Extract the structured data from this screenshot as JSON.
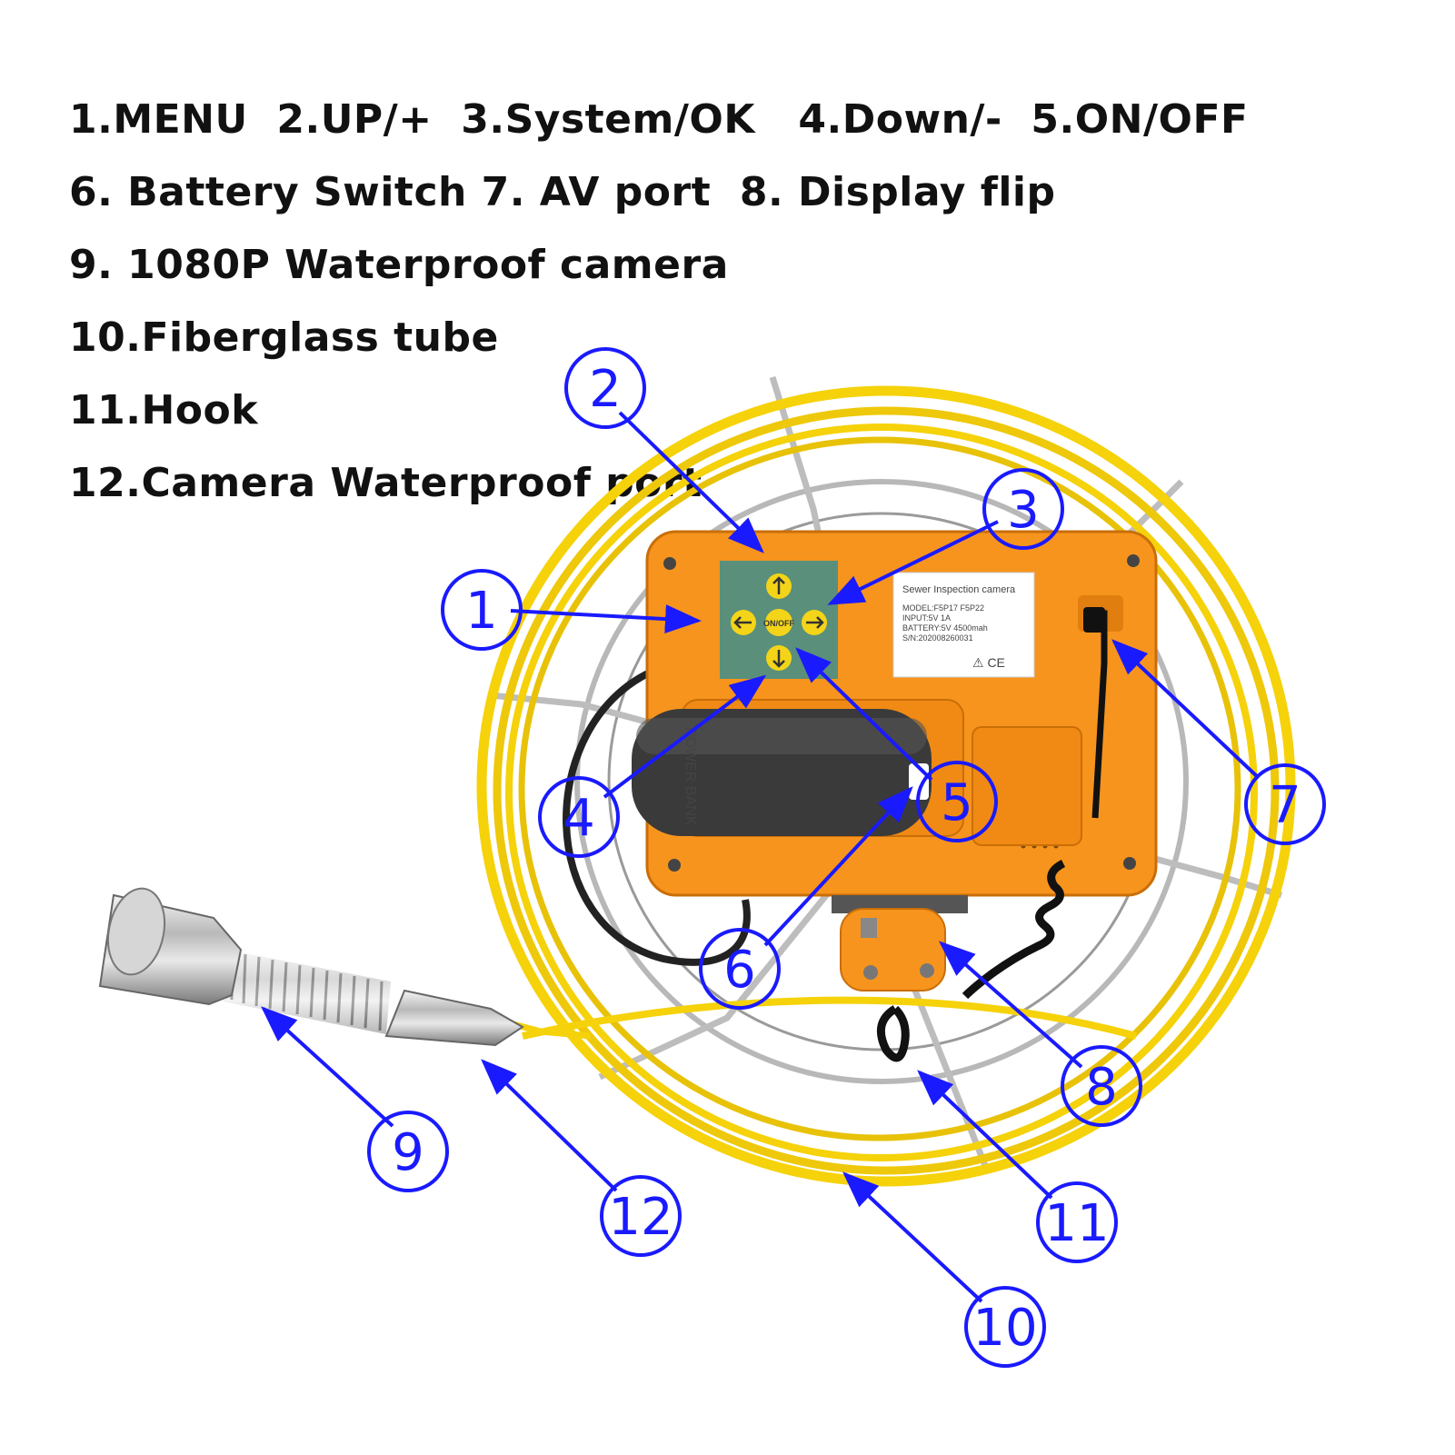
{
  "legend": {
    "lines": [
      "1.MENU  2.UP/+  3.System/OK   4.Down/-  5.ON/OFF",
      "6. Battery Switch 7. AV port  8. Display flip",
      "9. 1080P Waterproof camera",
      "10.Fiberglass tube",
      "11.Hook",
      "12.Camera Waterproof port"
    ]
  },
  "callouts": [
    "1",
    "2",
    "3",
    "4",
    "5",
    "6",
    "7",
    "8",
    "9",
    "10",
    "11",
    "12"
  ],
  "device": {
    "label_title": "Sewer Inspection camera",
    "label_lines": [
      "MODEL:F5P17   F5P22",
      "INPUT:5V 1A",
      "BATTERY:5V 4500mah",
      "S/N:202008260031"
    ],
    "label_marks": "⚠ CE",
    "onoff_key": "ON/OFF",
    "power_bank": "POWER BANK"
  },
  "colors": {
    "callout": "#1a1aff",
    "case": "#f7941d",
    "tube": "#f5d20a",
    "keypad": "#5a8f7b"
  }
}
